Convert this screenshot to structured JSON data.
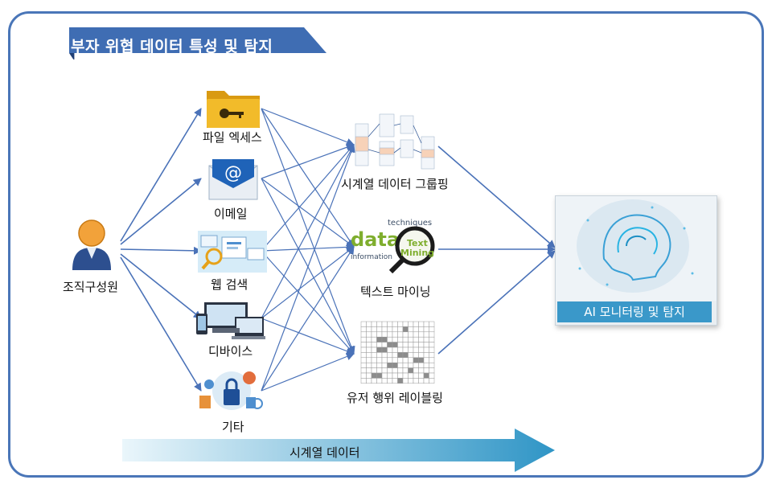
{
  "title": "내부자 위협 데이터 특성 및 탐지",
  "source": {
    "label": "조직구성원",
    "icon": "person-icon"
  },
  "data_sources": [
    {
      "label": "파일 엑세스",
      "icon": "folder-key-icon"
    },
    {
      "label": "이메일",
      "icon": "email-icon"
    },
    {
      "label": "웹 검색",
      "icon": "web-search-icon"
    },
    {
      "label": "디바이스",
      "icon": "devices-icon"
    },
    {
      "label": "기타",
      "icon": "misc-security-icon"
    }
  ],
  "methods": [
    {
      "label": "시계열 데이터 그룹핑",
      "icon": "table-grouping-icon"
    },
    {
      "label": "텍스트 마이닝",
      "icon": "text-mining-icon"
    },
    {
      "label": "유저 행위 레이블링",
      "icon": "grid-labeling-icon"
    }
  ],
  "text_mining_words": {
    "data": "data",
    "techniques": "techniques",
    "information": "information",
    "text": "Text",
    "mining": "Mining"
  },
  "output": {
    "label": "AI 모니터링 및 탐지",
    "icon": "ai-brain-icon"
  },
  "timeline_label": "시계열 데이터",
  "colors": {
    "frame": "#4a76b8",
    "banner": "#3f6db3",
    "wire": "#4a72b8",
    "ai_label": "#3a98c9"
  }
}
